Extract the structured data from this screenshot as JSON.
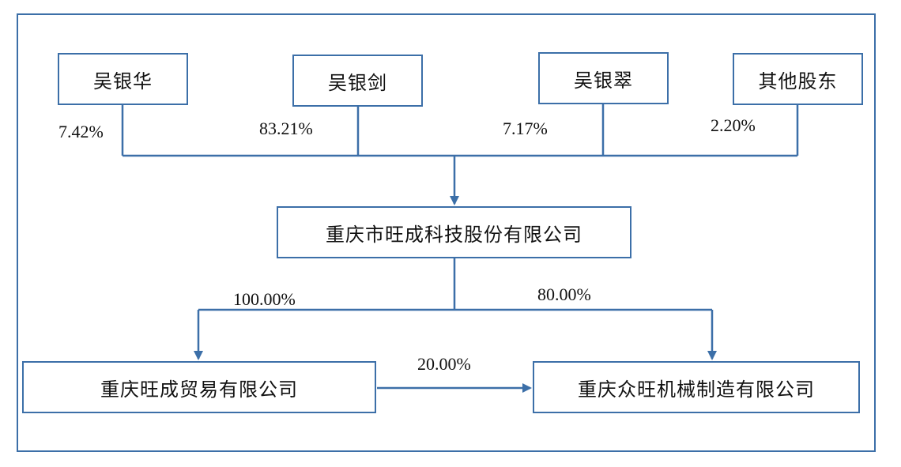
{
  "colors": {
    "line": "#3c6fa8",
    "text": "#111111"
  },
  "shareholders": [
    {
      "name": "吴银华",
      "percent": "7.42%"
    },
    {
      "name": "吴银剑",
      "percent": "83.21%"
    },
    {
      "name": "吴银翠",
      "percent": "7.17%"
    },
    {
      "name": "其他股东",
      "percent": "2.20%"
    }
  ],
  "parent_company": {
    "name": "重庆市旺成科技股份有限公司"
  },
  "subsidiaries": [
    {
      "name": "重庆旺成贸易有限公司",
      "percent": "100.00%"
    },
    {
      "name": "重庆众旺机械制造有限公司",
      "percent": "80.00%"
    }
  ],
  "cross_holding": {
    "percent": "20.00%"
  }
}
